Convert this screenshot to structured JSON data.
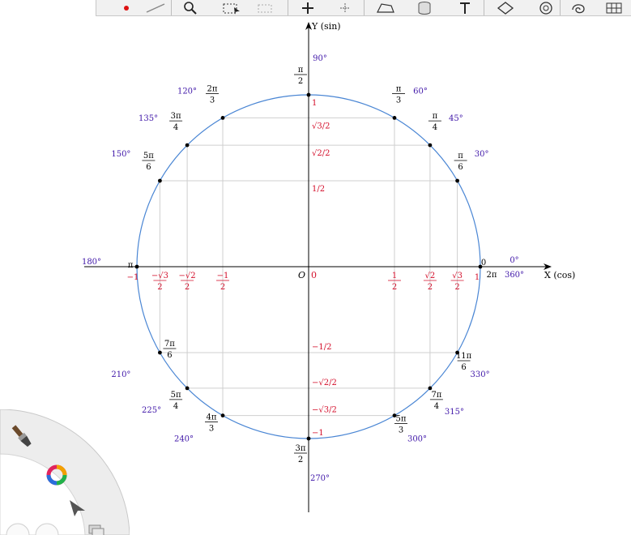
{
  "axes": {
    "y_label": "Y (sin)",
    "x_label": "X (cos)",
    "origin": "O",
    "zero": "0"
  },
  "y_value_labels": [
    "1",
    "√3/2",
    "√2/2",
    "1/2",
    "−1/2",
    "−√2/2",
    "−√3/2",
    "−1"
  ],
  "x_value_labels": [
    "−1",
    "−√3/2",
    "−√2/2",
    "−1/2",
    "1/2",
    "√2/2",
    "√3/2",
    "1"
  ],
  "angle_points": [
    {
      "deg": "0°",
      "rad": "0",
      "alt_deg": "360°",
      "alt_rad": "2π"
    },
    {
      "deg": "30°",
      "rad": "π/6"
    },
    {
      "deg": "45°",
      "rad": "π/4"
    },
    {
      "deg": "60°",
      "rad": "π/3"
    },
    {
      "deg": "90°",
      "rad": "π/2"
    },
    {
      "deg": "120°",
      "rad": "2π/3"
    },
    {
      "deg": "135°",
      "rad": "3π/4"
    },
    {
      "deg": "150°",
      "rad": "5π/6"
    },
    {
      "deg": "180°",
      "rad": "π"
    },
    {
      "deg": "210°",
      "rad": "7π/6"
    },
    {
      "deg": "225°",
      "rad": "5π/4"
    },
    {
      "deg": "240°",
      "rad": "4π/3"
    },
    {
      "deg": "270°",
      "rad": "3π/2"
    },
    {
      "deg": "300°",
      "rad": "5π/3"
    },
    {
      "deg": "315°",
      "rad": "7π/4"
    },
    {
      "deg": "330°",
      "rad": "11π/6"
    }
  ],
  "toolbar": {
    "tools": [
      "point-tool",
      "line-tool",
      "zoom-tool",
      "select-rect-tool",
      "select-dashed-tool",
      "move-tool",
      "move-graphic-tool",
      "polygon-tool",
      "cylinder-tool",
      "text-tool",
      "reflect-tool",
      "circle-target-tool",
      "spiral-tool",
      "grid-tool"
    ]
  },
  "side_wheel": {
    "tools": [
      "brush-icon",
      "color-wheel-icon",
      "pointer-icon",
      "layers-icon"
    ]
  },
  "colors": {
    "circle": "#4a86d4",
    "degree_label": "#3f16a8",
    "value_label": "#d4102c",
    "axis": "#000000",
    "guide": "#cfcfcf"
  }
}
